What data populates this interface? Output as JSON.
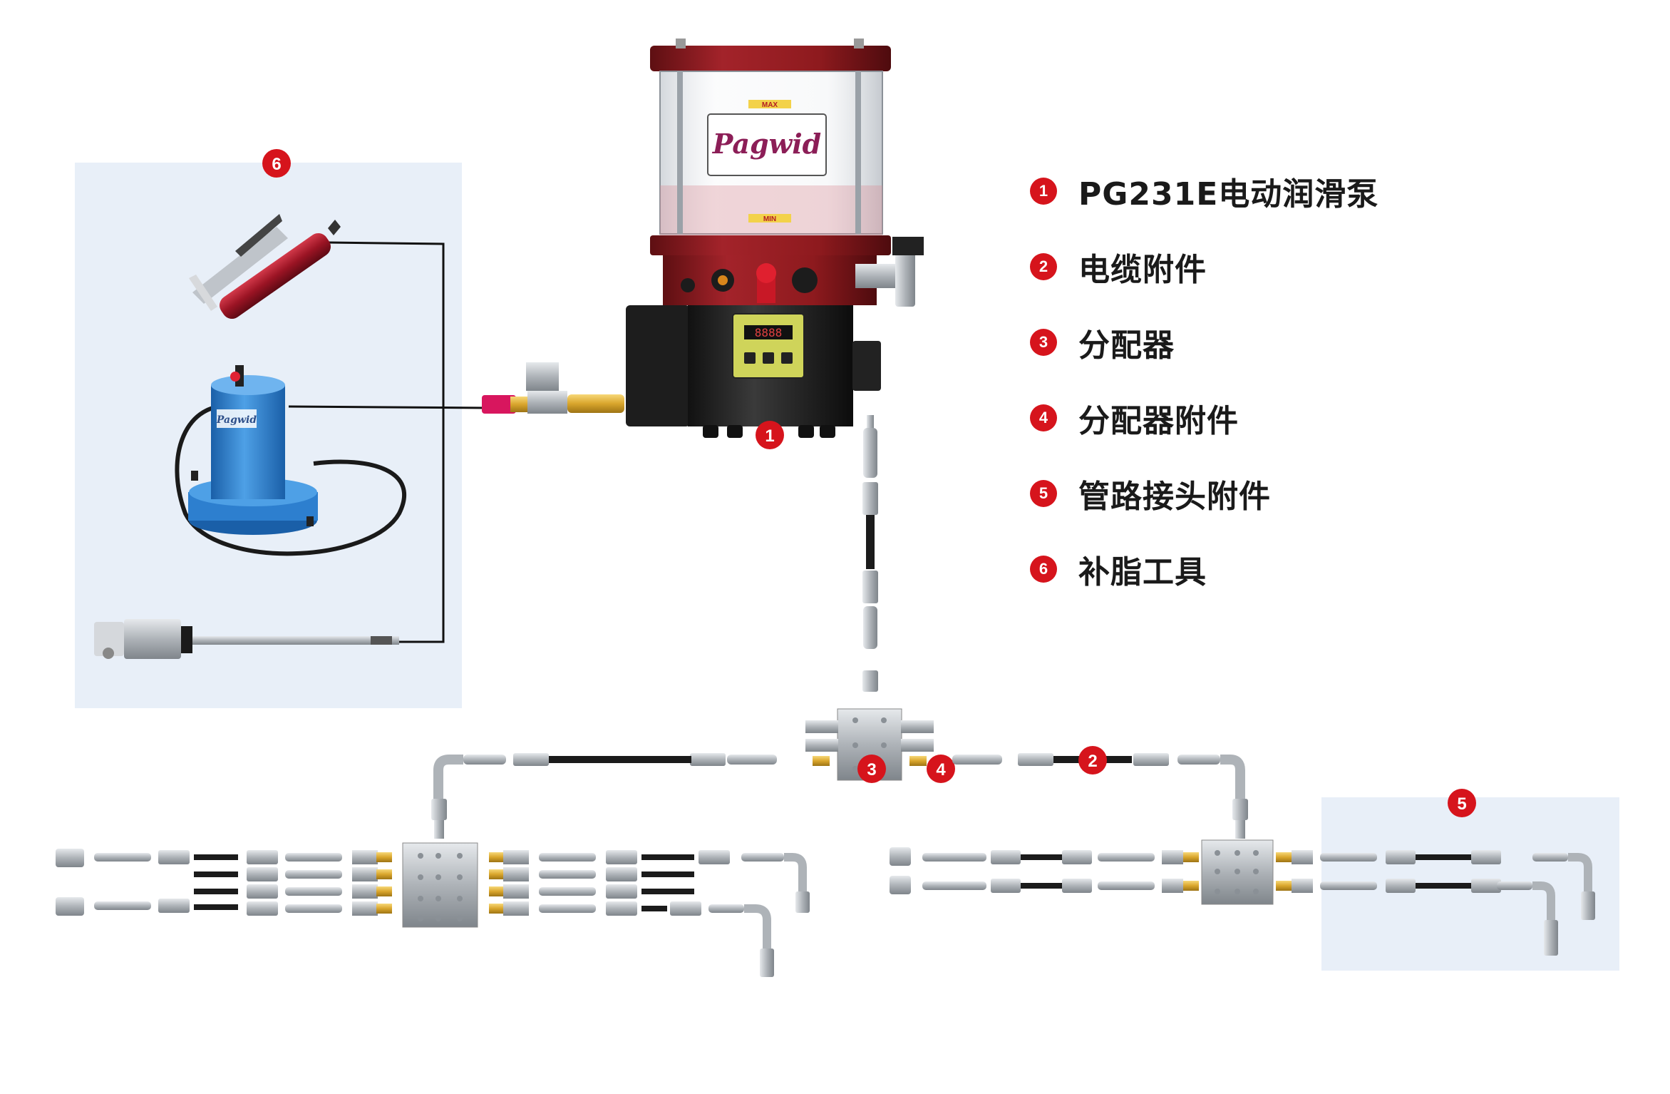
{
  "brand": "Pagwid",
  "reservoir_labels": {
    "max": "MAX",
    "min": "MIN"
  },
  "display_readout": "8888",
  "markers": {
    "pump": "1",
    "cable": "2",
    "distributor": "3",
    "distributor_accessory": "4",
    "fitting_group": "5",
    "refill_group": "6"
  },
  "legend": [
    {
      "num": "1",
      "label": "PG231E电动润滑泵"
    },
    {
      "num": "2",
      "label": "电缆附件"
    },
    {
      "num": "3",
      "label": "分配器"
    },
    {
      "num": "4",
      "label": "分配器附件"
    },
    {
      "num": "5",
      "label": "管路接头附件"
    },
    {
      "num": "6",
      "label": "补脂工具"
    }
  ],
  "colors": {
    "marker": "#d6141c",
    "panel": "#e8eff8",
    "pump_red": "#8e1a1e",
    "pump_body": "#222222",
    "steel": "#b7bcc1",
    "hose": "#1b1b1b",
    "brass": "#e2b33a",
    "refill_blue": "#2d7fcf"
  }
}
